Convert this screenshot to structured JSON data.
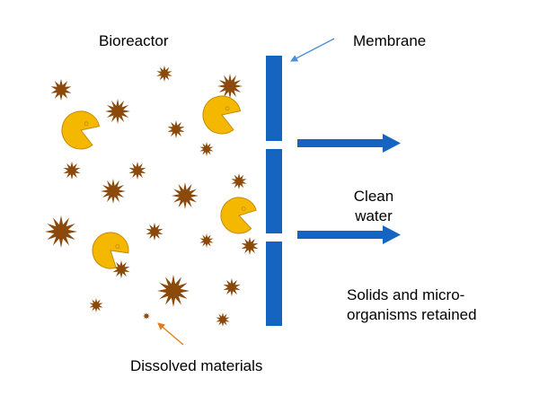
{
  "labels": {
    "bioreactor": "Bioreactor",
    "membrane": "Membrane",
    "clean_water": "Clean water",
    "solids_retained": "Solids and micro-organisms retained",
    "dissolved_materials": "Dissolved materials"
  },
  "colors": {
    "membrane": "#1565c0",
    "arrow": "#1565c0",
    "pointer_blue": "#4a90d9",
    "pointer_orange": "#e07b1a",
    "solid_particle": "#8b4a0c",
    "organism": "#f5b800",
    "organism_outline": "#c68a00"
  },
  "icons": {
    "solid_particle": "spiky-star-icon",
    "microorganism": "pacman-icon"
  }
}
